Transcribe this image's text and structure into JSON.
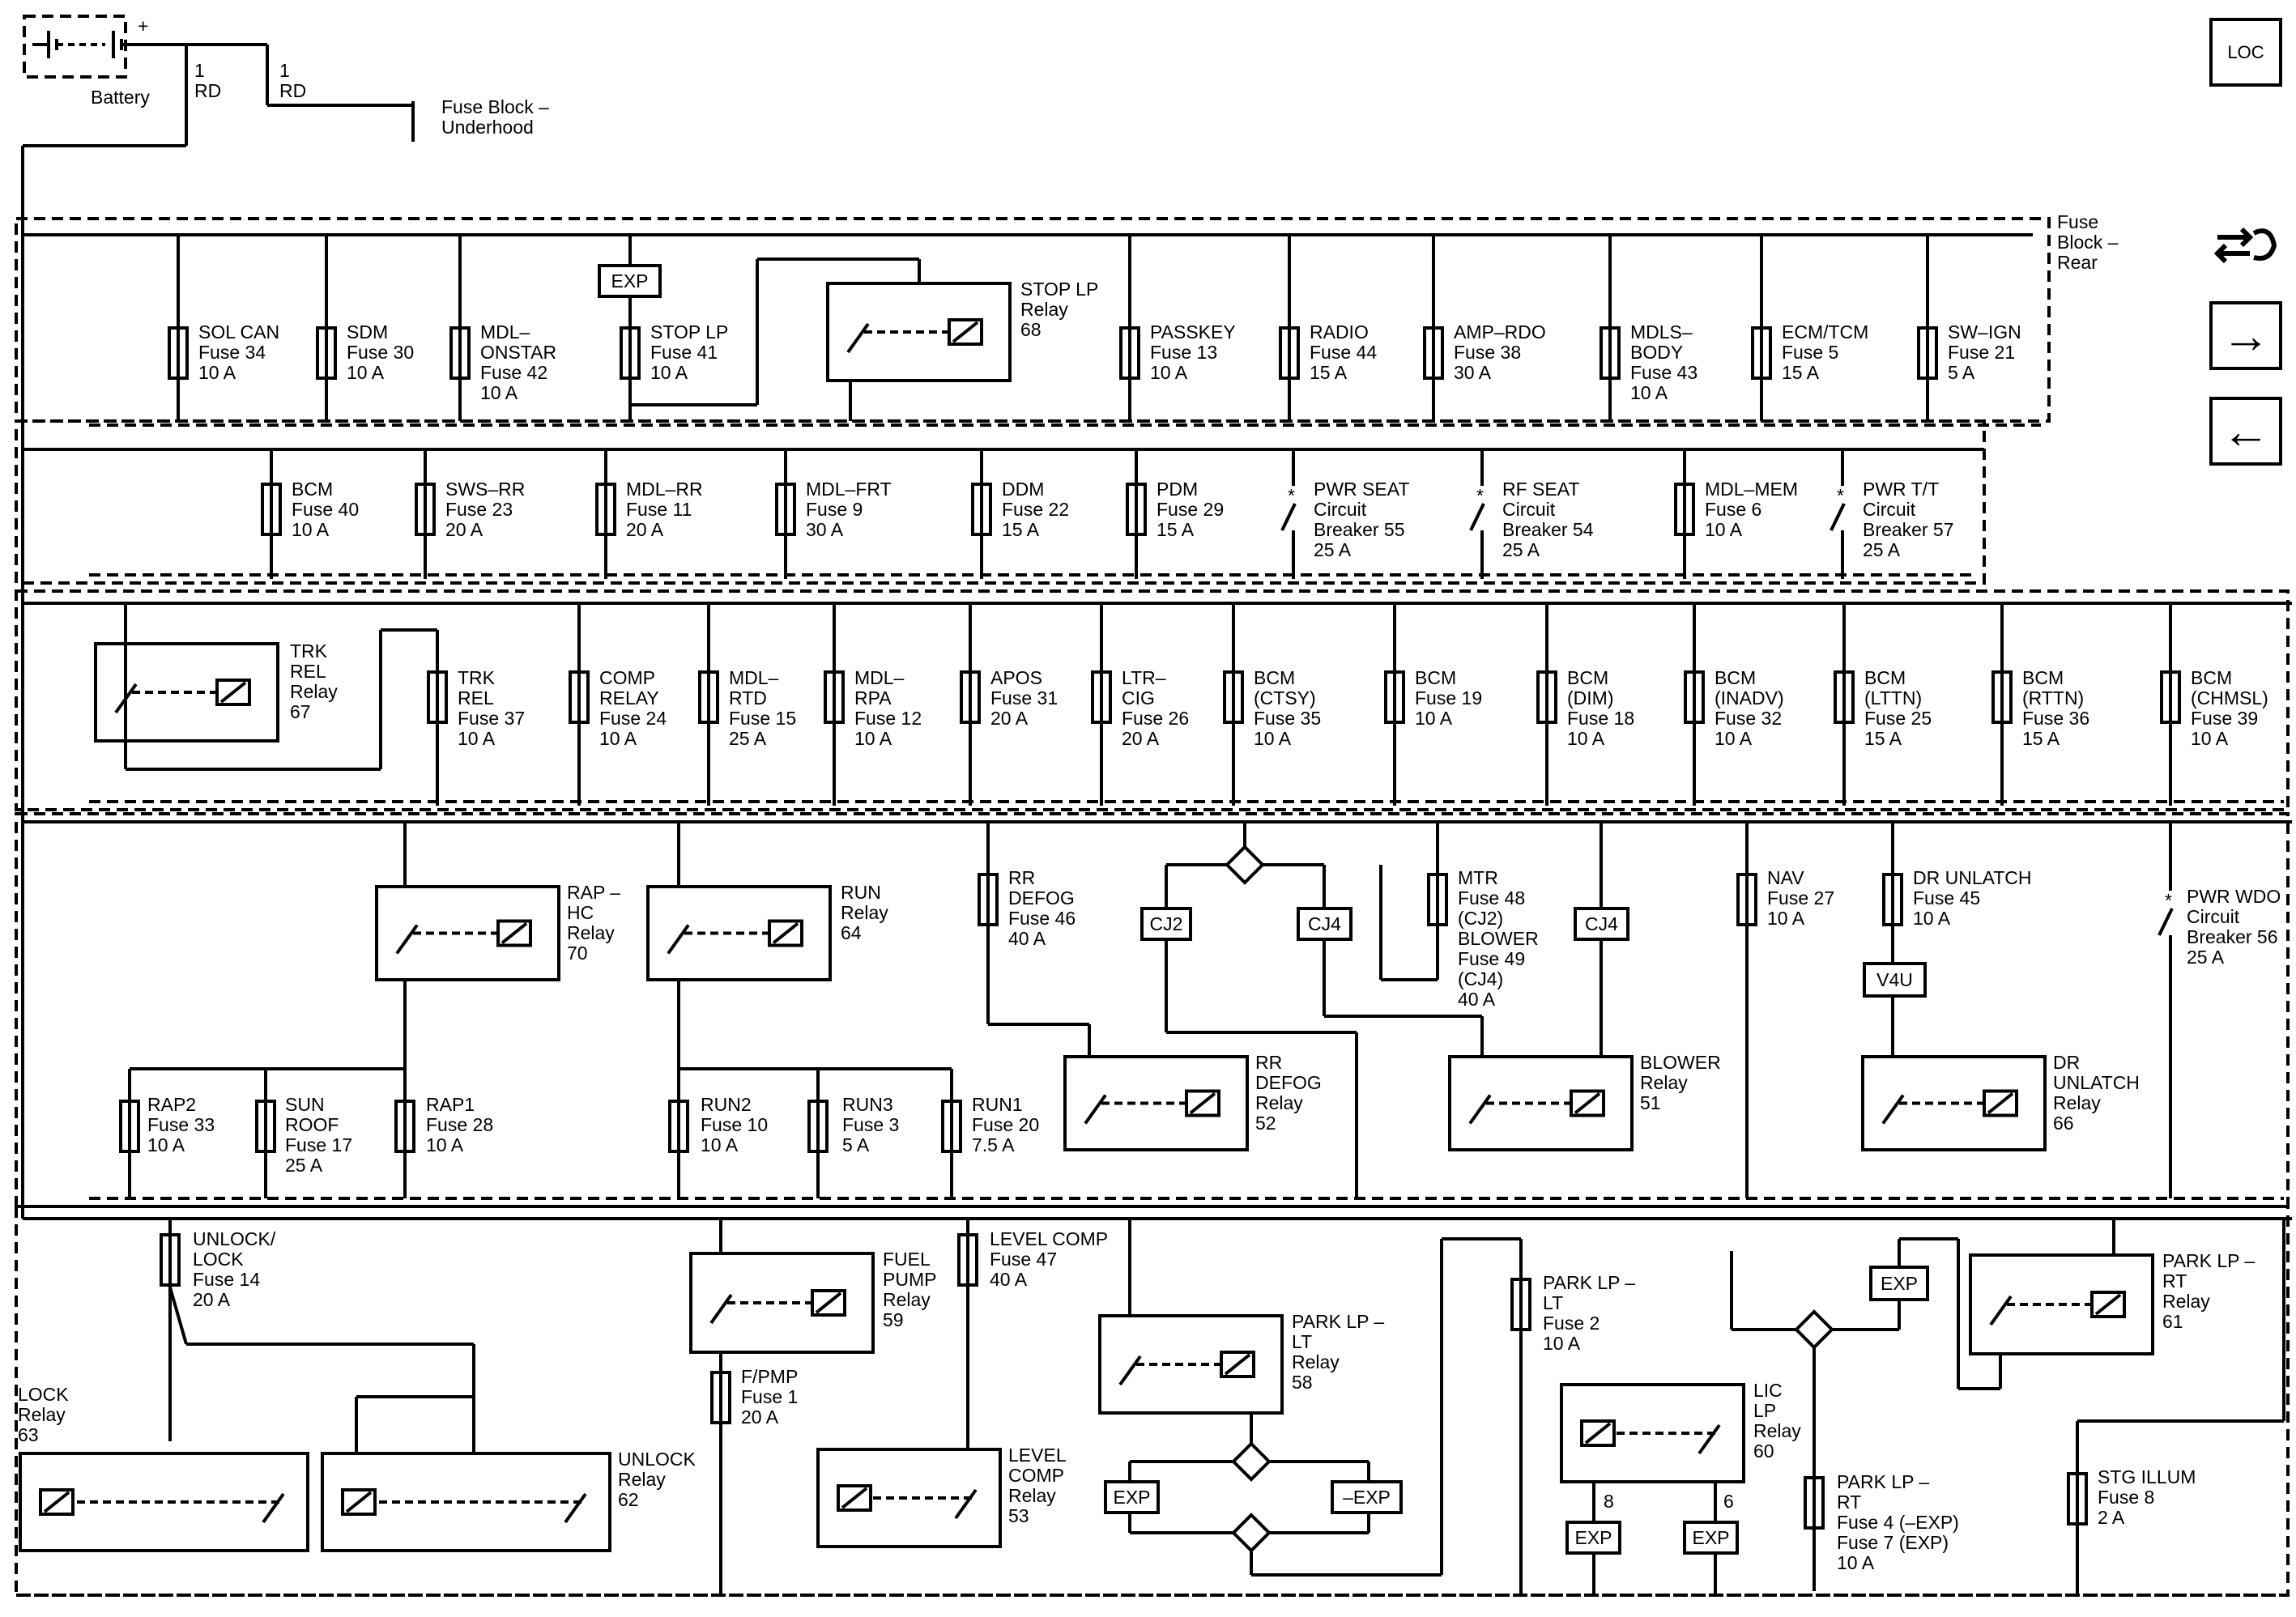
{
  "battery": {
    "label": "Battery",
    "plus": "+"
  },
  "wires": {
    "battery_wire": "1\nRD",
    "underhood_wire": "1\nRD"
  },
  "underhood_block": "Fuse Block –\nUnderhood",
  "rear_block": "Fuse\nBlock –\nRear",
  "nav_buttons": {
    "loc": "LOC",
    "forward": "→",
    "back": "←"
  },
  "row1": [
    {
      "id": "sol-can",
      "text": "SOL CAN\nFuse 34\n10 A"
    },
    {
      "id": "sdm",
      "text": "SDM\nFuse 30\n10 A"
    },
    {
      "id": "mdl-onstar",
      "text": "MDL–\nONSTAR\nFuse 42\n10 A"
    },
    {
      "id": "stop-lp-fuse",
      "text": "STOP LP\nFuse 41\n10 A"
    },
    {
      "id": "passkey",
      "text": "PASSKEY\nFuse 13\n10 A"
    },
    {
      "id": "radio",
      "text": "RADIO\nFuse 44\n15 A"
    },
    {
      "id": "amp-rdo",
      "text": "AMP–RDO\nFuse 38\n30 A"
    },
    {
      "id": "mdls-body",
      "text": "MDLS–\nBODY\nFuse 43\n10 A"
    },
    {
      "id": "ecm-tcm",
      "text": "ECM/TCM\nFuse 5\n15 A"
    },
    {
      "id": "sw-ign",
      "text": "SW–IGN\nFuse 21\n5 A"
    }
  ],
  "row1_relay": {
    "text": "STOP LP\nRelay\n68",
    "exp": "EXP"
  },
  "row2": [
    {
      "id": "bcm40",
      "text": "BCM\nFuse 40\n10 A"
    },
    {
      "id": "sws-rr",
      "text": "SWS–RR\nFuse 23\n20 A"
    },
    {
      "id": "mdl-rr",
      "text": "MDL–RR\nFuse 11\n20 A"
    },
    {
      "id": "mdl-frt",
      "text": "MDL–FRT\nFuse 9\n30 A"
    },
    {
      "id": "ddm",
      "text": "DDM\nFuse 22\n15 A"
    },
    {
      "id": "pdm",
      "text": "PDM\nFuse 29\n15 A"
    },
    {
      "id": "pwr-seat",
      "text": "PWR SEAT\nCircuit\nBreaker 55\n25 A"
    },
    {
      "id": "rf-seat",
      "text": "RF SEAT\nCircuit\nBreaker 54\n25 A"
    },
    {
      "id": "mdl-mem",
      "text": "MDL–MEM\nFuse 6\n10 A"
    },
    {
      "id": "pwr-tt",
      "text": "PWR T/T\nCircuit\nBreaker 57\n25 A"
    }
  ],
  "row3_relay": {
    "text": "TRK\nREL\nRelay\n67"
  },
  "row3": [
    {
      "id": "trk-rel",
      "text": "TRK\nREL\nFuse 37\n10 A"
    },
    {
      "id": "comp-relay",
      "text": "COMP\nRELAY\nFuse 24\n10 A"
    },
    {
      "id": "mdl-rtd",
      "text": "MDL–\nRTD\nFuse 15\n25 A"
    },
    {
      "id": "mdl-rpa",
      "text": "MDL–\nRPA\nFuse 12\n10 A"
    },
    {
      "id": "apos",
      "text": "APOS\nFuse 31\n20 A"
    },
    {
      "id": "ltr-cig",
      "text": "LTR–\nCIG\nFuse 26\n20 A"
    },
    {
      "id": "bcm-ctsy",
      "text": "BCM\n(CTSY)\nFuse 35\n10 A"
    },
    {
      "id": "bcm19",
      "text": "BCM\nFuse 19\n10 A"
    },
    {
      "id": "bcm-dim",
      "text": "BCM\n(DIM)\nFuse 18\n10 A"
    },
    {
      "id": "bcm-inadv",
      "text": "BCM\n(INADV)\nFuse 32\n10 A"
    },
    {
      "id": "bcm-lttn",
      "text": "BCM\n(LTTN)\nFuse 25\n15 A"
    },
    {
      "id": "bcm-rttn",
      "text": "BCM\n(RTTN)\nFuse 36\n15 A"
    },
    {
      "id": "bcm-chmsl",
      "text": "BCM\n(CHMSL)\nFuse 39\n10 A"
    }
  ],
  "row4": {
    "rap_hc": "RAP –\nHC\nRelay\n70",
    "run_relay": "RUN\nRelay\n64",
    "rap2": "RAP2\nFuse 33\n10 A",
    "sunroof": "SUN\nROOF\nFuse 17\n25 A",
    "rap1": "RAP1\nFuse 28\n10 A",
    "run2": "RUN2\nFuse 10\n10 A",
    "run3": "RUN3\nFuse 3\n5 A",
    "run1": "RUN1\nFuse 20\n7.5 A",
    "rr_defog_fuse": "RR\nDEFOG\nFuse 46\n40 A",
    "rr_defog_relay": "RR\nDEFOG\nRelay\n52",
    "cj2": "CJ2",
    "cj4a": "CJ4",
    "cj4b": "CJ4",
    "mtr_blower": "MTR\nFuse 48\n(CJ2)\nBLOWER\nFuse 49\n(CJ4)\n40 A",
    "blower_relay": "BLOWER\nRelay\n51",
    "nav": "NAV\nFuse 27\n10 A",
    "dr_unlatch_fuse": "DR UNLATCH\nFuse 45\n10 A",
    "v4u": "V4U",
    "dr_unlatch_relay": "DR\nUNLATCH\nRelay\n66",
    "pwr_wdo": "PWR WDO\nCircuit\nBreaker 56\n25 A"
  },
  "row5": {
    "unlock_lock": "UNLOCK/\nLOCK\nFuse 14\n20 A",
    "lock_relay": "LOCK\nRelay\n63",
    "unlock_relay": "UNLOCK\nRelay\n62",
    "fuel_pump": "FUEL\nPUMP\nRelay\n59",
    "fpmp": "F/PMP\nFuse 1\n20 A",
    "level_comp_fuse": "LEVEL COMP\nFuse 47\n40 A",
    "level_comp_relay": "LEVEL\nCOMP\nRelay\n53",
    "park_lt_relay": "PARK LP –\nLT\nRelay\n58",
    "exp1": "EXP",
    "nexp": "–EXP",
    "park_lt_fuse": "PARK LP –\nLT\nFuse 2\n10 A",
    "lic_lp": "LIC\nLP\nRelay\n60",
    "pin8": "8",
    "pin6": "6",
    "exp8": "EXP",
    "exp6": "EXP",
    "exp_top": "EXP",
    "park_rt_fuse": "PARK LP –\nRT\nFuse 4 (–EXP)\nFuse 7 (EXP)\n10 A",
    "park_rt_relay": "PARK LP –\nRT\nRelay\n61",
    "stg_illum": "STG ILLUM\nFuse 8\n2 A"
  }
}
